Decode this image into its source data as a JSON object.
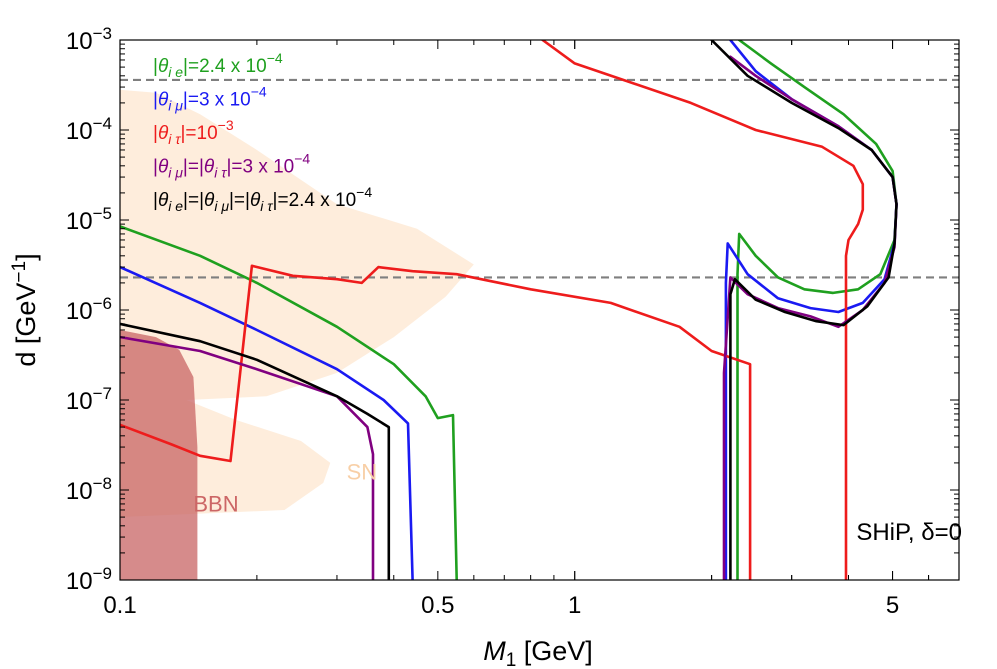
{
  "chart_data": {
    "type": "line",
    "xlabel_var": "M",
    "xlabel_sub": "1",
    "xlabel_unit": " [GeV]",
    "ylabel": "d [GeV",
    "ylabel_sup": "−1",
    "ylabel_close": "]",
    "x_log": true,
    "y_log": true,
    "xlim": [
      0.1,
      7.0
    ],
    "ylim": [
      1e-09,
      0.001
    ],
    "x_ticks": [
      {
        "v": 0.1,
        "label": "0.1"
      },
      {
        "v": 0.5,
        "label": "0.5"
      },
      {
        "v": 1,
        "label": "1"
      },
      {
        "v": 5,
        "label": "5"
      }
    ],
    "y_ticks": [
      {
        "v": 1e-09,
        "base": "10",
        "exp": "−9"
      },
      {
        "v": 1e-08,
        "base": "10",
        "exp": "−8"
      },
      {
        "v": 1e-07,
        "base": "10",
        "exp": "−7"
      },
      {
        "v": 1e-06,
        "base": "10",
        "exp": "−6"
      },
      {
        "v": 1e-05,
        "base": "10",
        "exp": "−5"
      },
      {
        "v": 0.0001,
        "base": "10",
        "exp": "−4"
      },
      {
        "v": 0.001,
        "base": "10",
        "exp": "−3"
      }
    ],
    "corner_label": "SHiP, δ=0",
    "regions": [
      {
        "name": "SN",
        "color": "#fde3c9",
        "label_color": "#f8cfa6",
        "label_xy": [
          0.315,
          1.3e-08
        ],
        "points": [
          [
            0.1,
            0.00028
          ],
          [
            0.12,
            0.00026
          ],
          [
            0.15,
            0.00015
          ],
          [
            0.2,
            6e-05
          ],
          [
            0.3,
            1.5e-05
          ],
          [
            0.45,
            8e-06
          ],
          [
            0.6,
            3.2e-06
          ],
          [
            0.52,
            1.4e-06
          ],
          [
            0.4,
            5e-07
          ],
          [
            0.3,
            2e-07
          ],
          [
            0.21,
            1.1e-07
          ],
          [
            0.14,
            1e-07
          ],
          [
            0.18,
            6e-08
          ],
          [
            0.25,
            3.5e-08
          ],
          [
            0.29,
            2e-08
          ],
          [
            0.28,
            1.2e-08
          ],
          [
            0.23,
            6e-09
          ],
          [
            0.1,
            5e-09
          ]
        ]
      },
      {
        "name": "BBN",
        "color": "#c86464",
        "label_color": "#cc6666",
        "label_xy": [
          0.145,
          5.8e-09
        ],
        "points": [
          [
            0.1,
            6e-07
          ],
          [
            0.12,
            5e-07
          ],
          [
            0.135,
            3.6e-07
          ],
          [
            0.145,
            1.8e-07
          ],
          [
            0.148,
            3e-08
          ],
          [
            0.148,
            1e-09
          ],
          [
            0.1,
            1e-09
          ]
        ]
      }
    ],
    "reference_lines": [
      {
        "y": 0.00036,
        "color": "#7f7f7f"
      },
      {
        "y": 2.3e-06,
        "color": "#7f7f7f"
      }
    ],
    "series": [
      {
        "name": "|θ_ie|=2.4 x 10^-4",
        "color": "#1fa01f",
        "legend": [
          {
            "t": "|"
          },
          {
            "t": "θ",
            "i": 1
          },
          {
            "t": "i e",
            "i": 1,
            "sub": 1
          },
          {
            "t": "|=2.4 x 10"
          },
          {
            "t": "−4",
            "sup": 1
          }
        ],
        "segments": [
          [
            [
              0.1,
              8.5e-06
            ],
            [
              0.15,
              4e-06
            ],
            [
              0.2,
              2e-06
            ],
            [
              0.3,
              6.5e-07
            ],
            [
              0.4,
              2.5e-07
            ],
            [
              0.47,
              1.1e-07
            ],
            [
              0.5,
              6.3e-08
            ],
            [
              0.54,
              6.8e-08
            ],
            [
              0.55,
              1e-09
            ]
          ],
          [
            [
              2.28,
              1e-09
            ],
            [
              2.28,
              2.5e-06
            ],
            [
              2.3,
              7e-06
            ],
            [
              2.5,
              4e-06
            ],
            [
              2.8,
              2.3e-06
            ],
            [
              3.2,
              1.7e-06
            ],
            [
              3.7,
              1.55e-06
            ],
            [
              4.2,
              1.7e-06
            ],
            [
              4.7,
              2.5e-06
            ],
            [
              5.05,
              6e-06
            ],
            [
              5.1,
              1.5e-05
            ],
            [
              5.0,
              3.5e-05
            ],
            [
              4.6,
              7e-05
            ],
            [
              3.9,
              0.00015
            ],
            [
              3.2,
              0.0003
            ],
            [
              2.7,
              0.00055
            ],
            [
              2.3,
              0.001
            ]
          ]
        ]
      },
      {
        "name": "|θ_iμ|=3 x 10^-4",
        "color": "#1a1af2",
        "legend": [
          {
            "t": "|"
          },
          {
            "t": "θ",
            "i": 1
          },
          {
            "t": "i μ",
            "i": 1,
            "sub": 1
          },
          {
            "t": "|=3 x 10"
          },
          {
            "t": "−4",
            "sup": 1
          }
        ],
        "segments": [
          [
            [
              0.1,
              3e-06
            ],
            [
              0.15,
              1.2e-06
            ],
            [
              0.2,
              6e-07
            ],
            [
              0.3,
              2.2e-07
            ],
            [
              0.38,
              1e-07
            ],
            [
              0.43,
              5.5e-08
            ],
            [
              0.44,
              1e-09
            ]
          ],
          [
            [
              2.15,
              1e-09
            ],
            [
              2.15,
              2e-06
            ],
            [
              2.17,
              5.5e-06
            ],
            [
              2.4,
              2.5e-06
            ],
            [
              2.8,
              1.35e-06
            ],
            [
              3.3,
              1.05e-06
            ],
            [
              3.8,
              9.5e-07
            ],
            [
              4.3,
              1.2e-06
            ],
            [
              4.8,
              2.2e-06
            ],
            [
              5.05,
              5.5e-06
            ],
            [
              5.1,
              1.5e-05
            ],
            [
              5.0,
              3e-05
            ],
            [
              4.5,
              6e-05
            ],
            [
              3.8,
              0.00011
            ],
            [
              3.0,
              0.00022
            ],
            [
              2.5,
              0.00045
            ],
            [
              2.2,
              0.001
            ]
          ]
        ]
      },
      {
        "name": "|θ_iτ|=10^-3",
        "color": "#ee1c1c",
        "legend": [
          {
            "t": "|"
          },
          {
            "t": "θ",
            "i": 1
          },
          {
            "t": "i τ",
            "i": 1,
            "sub": 1
          },
          {
            "t": "|=10"
          },
          {
            "t": "−3",
            "sup": 1
          }
        ],
        "segments": [
          [
            [
              0.1,
              5.3e-08
            ],
            [
              0.13,
              3.2e-08
            ],
            [
              0.15,
              2.4e-08
            ],
            [
              0.175,
              2.1e-08
            ],
            [
              0.195,
              3.1e-06
            ],
            [
              0.24,
              2.4e-06
            ],
            [
              0.3,
              2.2e-06
            ],
            [
              0.34,
              2e-06
            ],
            [
              0.37,
              3e-06
            ],
            [
              0.44,
              2.7e-06
            ],
            [
              0.55,
              2.5e-06
            ],
            [
              0.8,
              1.7e-06
            ],
            [
              1.2,
              1.2e-06
            ],
            [
              1.7,
              6.5e-07
            ],
            [
              2.0,
              3.5e-07
            ],
            [
              2.43,
              2.5e-07
            ],
            [
              2.43,
              1e-09
            ]
          ],
          [
            [
              3.95,
              1e-09
            ],
            [
              3.95,
              4e-06
            ],
            [
              4.0,
              6e-06
            ],
            [
              4.2,
              9e-06
            ],
            [
              4.3,
              1.3e-05
            ],
            [
              4.3,
              2.5e-05
            ],
            [
              4.1,
              4e-05
            ],
            [
              3.5,
              6.5e-05
            ],
            [
              2.5,
              0.0001
            ],
            [
              1.8,
              0.0002
            ],
            [
              1.3,
              0.00035
            ],
            [
              1.0,
              0.00055
            ],
            [
              0.85,
              0.001
            ]
          ]
        ]
      },
      {
        "name": "|θ_iμ|=|θ_iτ|=3 x 10^-4",
        "color": "#800080",
        "legend": [
          {
            "t": "|"
          },
          {
            "t": "θ",
            "i": 1
          },
          {
            "t": "i μ",
            "i": 1,
            "sub": 1
          },
          {
            "t": "|=|"
          },
          {
            "t": "θ",
            "i": 1
          },
          {
            "t": "i τ",
            "i": 1,
            "sub": 1
          },
          {
            "t": "|=3 x 10"
          },
          {
            "t": "−4",
            "sup": 1
          }
        ],
        "segments": [
          [
            [
              0.1,
              5e-07
            ],
            [
              0.15,
              3.5e-07
            ],
            [
              0.2,
              2.2e-07
            ],
            [
              0.3,
              1.1e-07
            ],
            [
              0.35,
              5e-08
            ],
            [
              0.36,
              2.5e-08
            ],
            [
              0.36,
              1e-09
            ]
          ],
          [
            [
              2.13,
              1e-09
            ],
            [
              2.13,
              2e-07
            ],
            [
              2.2,
              2.3e-06
            ],
            [
              2.4,
              1.5e-06
            ],
            [
              2.8,
              1.05e-06
            ],
            [
              3.3,
              8.5e-07
            ],
            [
              3.8,
              6.5e-07
            ],
            [
              4.3,
              1e-06
            ],
            [
              4.8,
              2e-06
            ],
            [
              5.05,
              5e-06
            ],
            [
              5.1,
              1.5e-05
            ],
            [
              5.0,
              3e-05
            ],
            [
              4.5,
              6e-05
            ],
            [
              3.8,
              0.00011
            ],
            [
              3.0,
              0.00022
            ],
            [
              2.5,
              0.0004
            ],
            [
              2.2,
              0.00065
            ]
          ]
        ]
      },
      {
        "name": "|θ_ie|=|θ_iμ|=|θ_iτ|=2.4 x 10^-4",
        "color": "#000000",
        "legend": [
          {
            "t": "|"
          },
          {
            "t": "θ",
            "i": 1
          },
          {
            "t": "i e",
            "i": 1,
            "sub": 1
          },
          {
            "t": "|=|"
          },
          {
            "t": "θ",
            "i": 1
          },
          {
            "t": "i μ",
            "i": 1,
            "sub": 1
          },
          {
            "t": "|=|"
          },
          {
            "t": "θ",
            "i": 1
          },
          {
            "t": "i τ",
            "i": 1,
            "sub": 1
          },
          {
            "t": "|=2.4 x 10"
          },
          {
            "t": "−4",
            "sup": 1
          }
        ],
        "segments": [
          [
            [
              0.1,
              7e-07
            ],
            [
              0.15,
              4.5e-07
            ],
            [
              0.2,
              2.8e-07
            ],
            [
              0.3,
              1.1e-07
            ],
            [
              0.35,
              7e-08
            ],
            [
              0.39,
              5e-08
            ],
            [
              0.39,
              1e-09
            ]
          ],
          [
            [
              2.2,
              1e-09
            ],
            [
              2.2,
              1.5e-06
            ],
            [
              2.25,
              2.2e-06
            ],
            [
              2.5,
              1.3e-06
            ],
            [
              2.9,
              9.5e-07
            ],
            [
              3.4,
              7.5e-07
            ],
            [
              3.9,
              6.8e-07
            ],
            [
              4.4,
              1.1e-06
            ],
            [
              4.9,
              2.3e-06
            ],
            [
              5.05,
              5.5e-06
            ],
            [
              5.1,
              1.5e-05
            ],
            [
              5.0,
              3e-05
            ],
            [
              4.5,
              6e-05
            ],
            [
              3.8,
              0.000105
            ],
            [
              3.0,
              0.0002
            ],
            [
              2.4,
              0.0004
            ],
            [
              2.0,
              0.001
            ]
          ]
        ]
      }
    ]
  }
}
